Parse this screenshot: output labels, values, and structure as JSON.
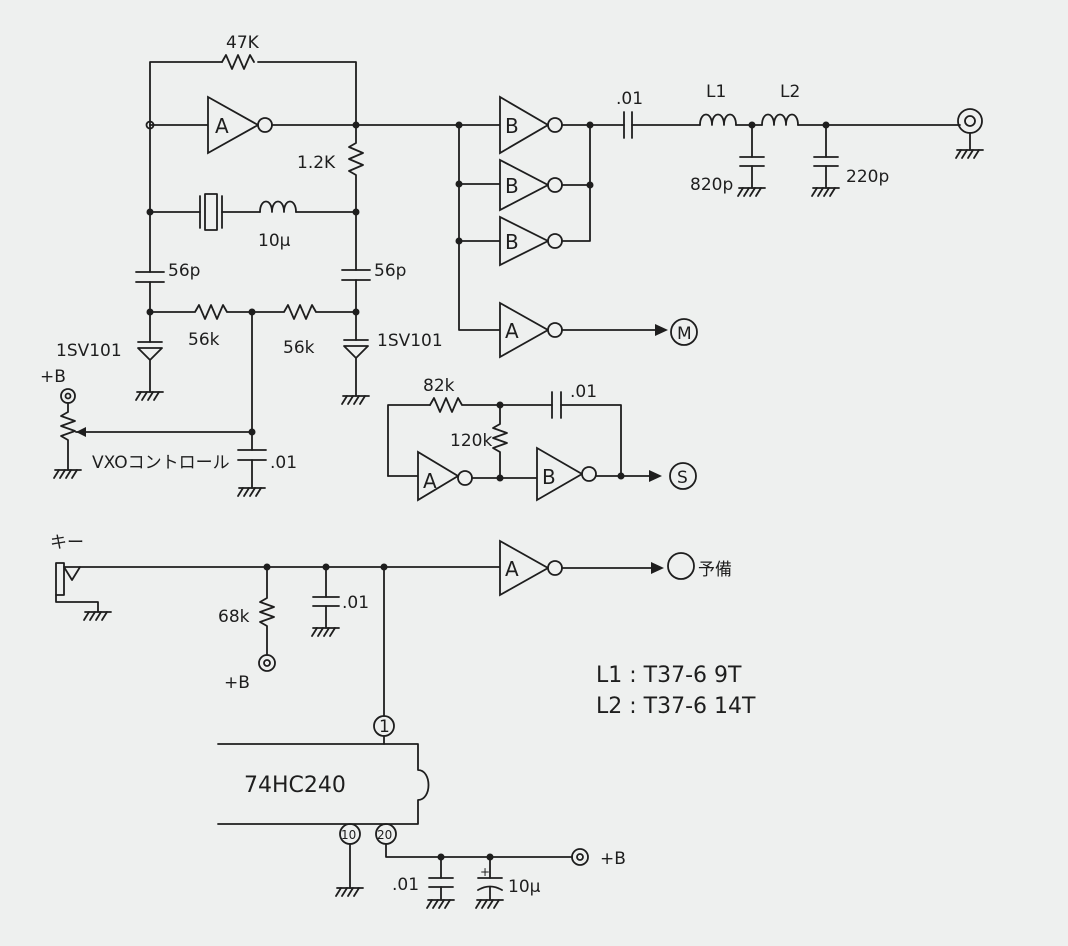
{
  "labels": {
    "r_feedback": "47K",
    "r_load": "1.2K",
    "inductor_xtal": "10μ",
    "c_left": "56p",
    "c_right": "56p",
    "r_left": "56k",
    "r_right": "56k",
    "varicap_left": "1SV101",
    "varicap_right": "1SV101",
    "pot_supply": "+B",
    "vxo_control": "VXOコントロール",
    "c_vxo": ".01",
    "c_couple": ".01",
    "l1": "L1",
    "l2": "L2",
    "c_820": "820p",
    "c_220": "220p",
    "r_82k": "82k",
    "r_120k": "120k",
    "c_osc": ".01",
    "key": "キー",
    "r_68k": "68k",
    "key_supply": "+B",
    "c_key": ".01",
    "reserve": "予備",
    "coil_l1": "L1 : T37-6   9T",
    "coil_l2": "L2 : T37-6  14T",
    "ic": "74HC240",
    "pin1": "1",
    "pin10": "10",
    "pin20": "20",
    "c_bypass": ".01",
    "c_electrolytic": "10μ",
    "ic_supply": "+B"
  },
  "gates": {
    "a1": "A",
    "b1": "B",
    "b2": "B",
    "b3": "B",
    "a2": "A",
    "a3": "A",
    "b4": "B",
    "a4": "A"
  },
  "terminals": {
    "m": "M",
    "s": "S"
  }
}
